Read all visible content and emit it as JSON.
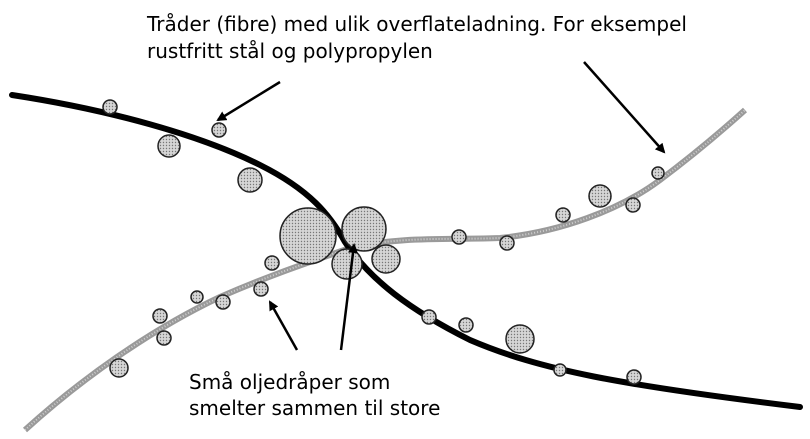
{
  "annotations": {
    "fibres_line1": "Tråder (fibre) med ulik overflateladning. For eksempel",
    "fibres_line2": "rustfritt stål og polypropylen",
    "droplets_line1": "Små oljedråper som",
    "droplets_line2": "smelter sammen til store"
  },
  "colors": {
    "steel_fibre": "#000000",
    "polypropylene_fibre": "#a8a8a8",
    "droplet_fill": "#c4c4c4",
    "droplet_stroke": "#222222"
  }
}
